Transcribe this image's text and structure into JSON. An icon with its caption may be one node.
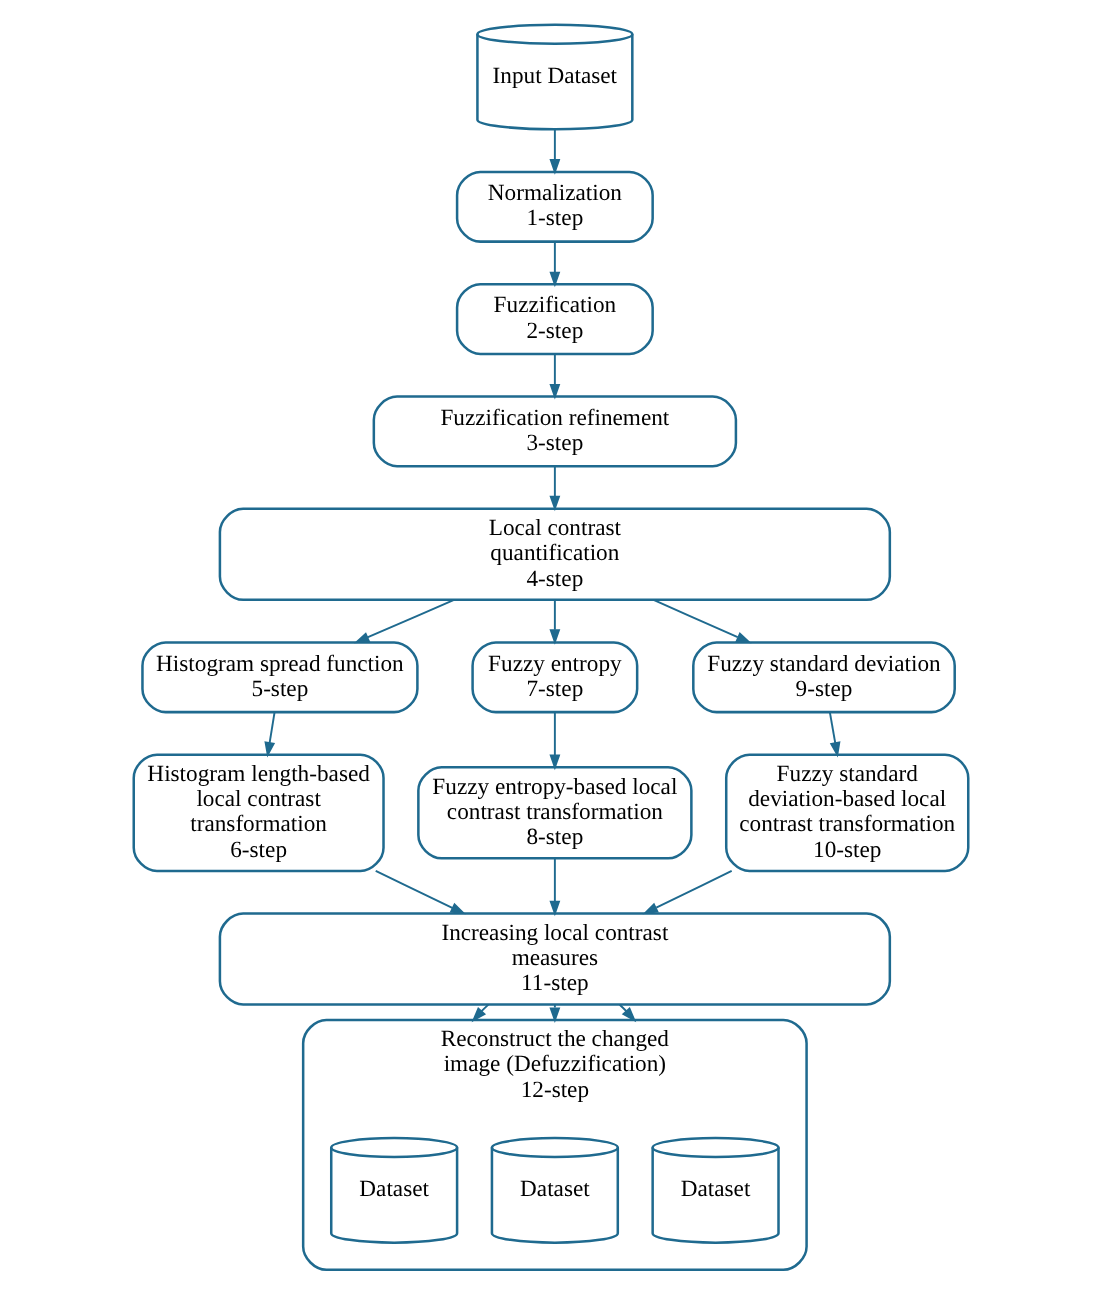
{
  "diagram": {
    "nodes": [
      {
        "text": [
          "Input Dataset"
        ]
      },
      {
        "text": [
          "Normalization",
          "1-step"
        ]
      },
      {
        "text": [
          "Fuzzification",
          "2-step"
        ]
      },
      {
        "text": [
          "Fuzzification refinement",
          "3-step"
        ]
      },
      {
        "text": [
          "Local contrast quantification",
          "4-step"
        ]
      },
      {
        "text": [
          "Histogram spread function",
          "5-step"
        ]
      },
      {
        "text": [
          "Fuzzy entropy",
          "7-step"
        ]
      },
      {
        "text": [
          "Fuzzy standard deviation",
          "9-step"
        ]
      },
      {
        "text": [
          "Histogram length-based local contrast transformation",
          "6-step"
        ]
      },
      {
        "text": [
          "Fuzzy entropy-based local contrast transformation",
          "8-step"
        ]
      },
      {
        "text": [
          "Fuzzy standard deviation-based local contrast transformation",
          "10-step"
        ]
      },
      {
        "text": [
          "Increasing local contrast measures",
          "11-step"
        ]
      },
      {
        "text": [
          "Reconstruct the changed image (Defuzzification)",
          "12-step"
        ]
      },
      {
        "text": [
          "Dataset"
        ],
        "in": 12
      },
      {
        "text": [
          "Dataset"
        ],
        "in": 12
      },
      {
        "text": [
          "Dataset"
        ],
        "in": 12
      }
    ],
    "edges": [
      {
        "from": 0,
        "to": 1,
        "arrow": "to"
      },
      {
        "from": 1,
        "to": 2,
        "arrow": "to"
      },
      {
        "from": 2,
        "to": 3,
        "arrow": "to"
      },
      {
        "from": 3,
        "to": 4,
        "arrow": "to"
      },
      {
        "from": 4,
        "to": 5,
        "arrow": "to"
      },
      {
        "from": 4,
        "to": 6,
        "arrow": "to"
      },
      {
        "from": 4,
        "to": 7,
        "arrow": "to"
      },
      {
        "from": 5,
        "to": 8,
        "arrow": "to"
      },
      {
        "from": 6,
        "to": 9,
        "arrow": "to"
      },
      {
        "from": 7,
        "to": 10,
        "arrow": "to"
      },
      {
        "from": 8,
        "to": 11,
        "arrow": "to"
      },
      {
        "from": 9,
        "to": 11,
        "arrow": "to"
      },
      {
        "from": 10,
        "to": 11,
        "arrow": "to"
      },
      {
        "from": 11,
        "to": 12,
        "arrow": "to"
      },
      {
        "from": 11,
        "to": 12,
        "arrow": "to"
      },
      {
        "from": 11,
        "to": 12,
        "arrow": "to"
      }
    ]
  }
}
